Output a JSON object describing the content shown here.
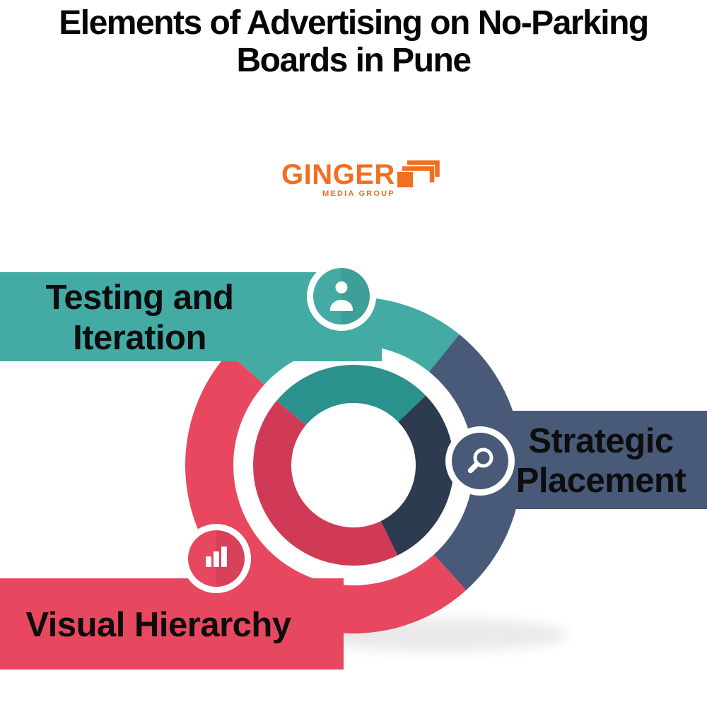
{
  "title": {
    "line1": "Elements of Advertising on No-Parking",
    "line2": "Boards in Pune"
  },
  "logo": {
    "name": "GINGER",
    "subtitle": "MEDIA GROUP",
    "color": "#F26F21"
  },
  "diagram": {
    "type": "donut-infographic",
    "segments": [
      {
        "id": "testing",
        "label": "Testing and Iteration",
        "label_lines": [
          "Testing and",
          "Iteration"
        ],
        "icon": "person-icon",
        "color_outer": "#43AAA4",
        "color_inner": "#2B918C"
      },
      {
        "id": "strategic",
        "label": "Strategic Placement",
        "label_lines": [
          "Strategic",
          "Placement"
        ],
        "icon": "magnifier-icon",
        "color_outer": "#485A78",
        "color_inner": "#2C3B4F"
      },
      {
        "id": "visual",
        "label": "Visual Hierarchy",
        "label_lines": [
          "Visual Hierarchy"
        ],
        "icon": "bar-chart-icon",
        "color_outer": "#E84760",
        "color_inner": "#D13A57"
      }
    ]
  }
}
